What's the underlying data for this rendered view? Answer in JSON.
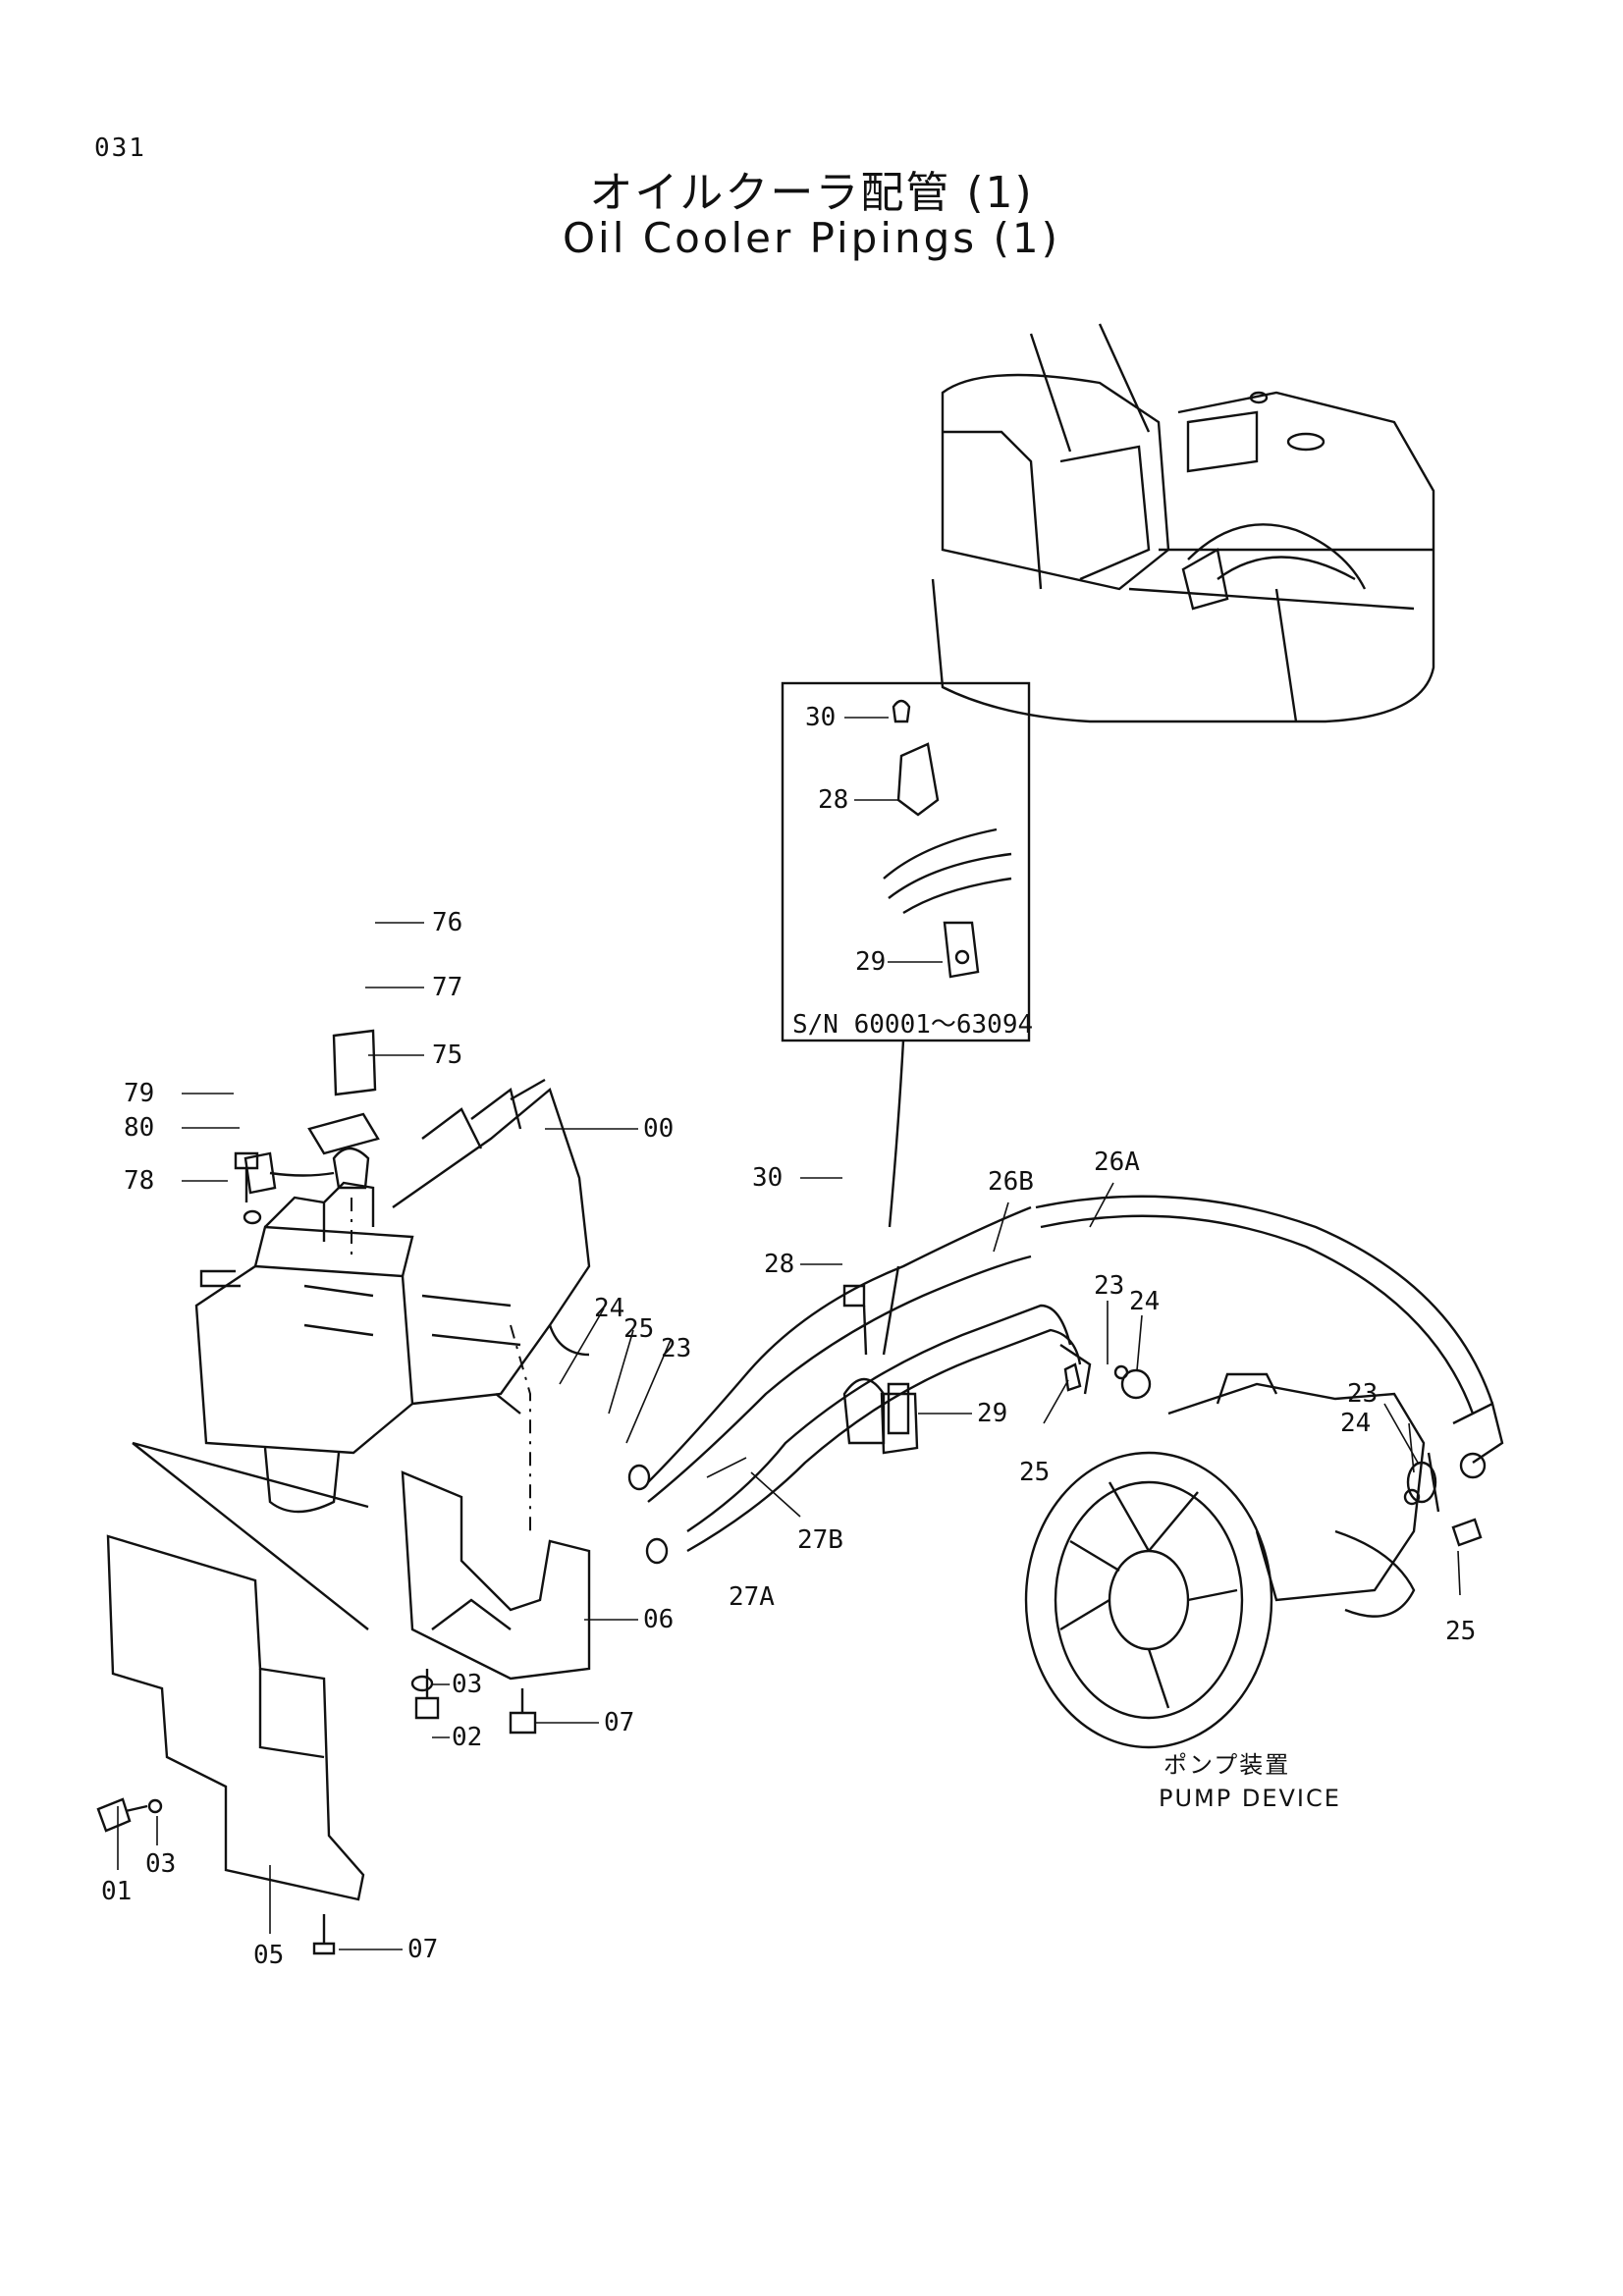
{
  "page": {
    "number": "031"
  },
  "title": {
    "ja": "オイルクーラ配管 (1)",
    "en": "Oil Cooler Pipings (1)"
  },
  "inset": {
    "serial_range": "S/N  60001～63094"
  },
  "pump": {
    "label_ja": "ポンプ装置",
    "label_en": "PUMP DEVICE"
  },
  "callouts": {
    "c76": "76",
    "c77": "77",
    "c75": "75",
    "c79": "79",
    "c80": "80",
    "c78": "78",
    "c00": "00",
    "c24a": "24",
    "c25a": "25",
    "c23a": "23",
    "c06": "06",
    "c03a": "03",
    "c02": "02",
    "c07a": "07",
    "c01": "01",
    "c03b": "03",
    "c05": "05",
    "c07b": "07",
    "c30a": "30",
    "c28a": "28",
    "c29a": "29",
    "c30b": "30",
    "c28b": "28",
    "c29b": "29",
    "c26b": "26B",
    "c26a": "26A",
    "c27a": "27A",
    "c27b": "27B",
    "c23b": "23",
    "c24b": "24",
    "c25b": "25",
    "c23c": "23",
    "c24c": "24",
    "c25c": "25"
  }
}
